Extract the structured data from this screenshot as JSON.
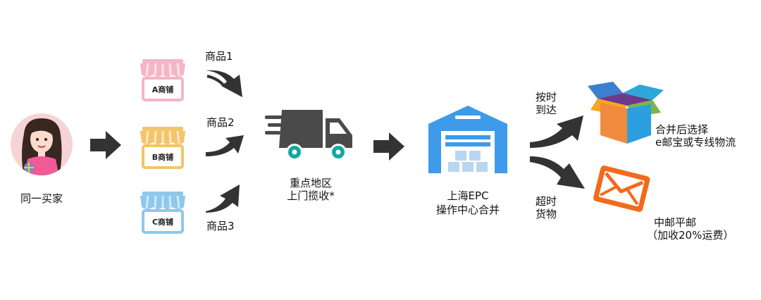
{
  "buyer": {
    "label": "同一买家"
  },
  "shops": [
    {
      "label": "A商铺",
      "awning_color": "#f4b6c6",
      "product": "商品1"
    },
    {
      "label": "B商铺",
      "awning_color": "#f3c46b",
      "product": "商品2"
    },
    {
      "label": "C商铺",
      "awning_color": "#8ec8ec",
      "product": "商品3"
    }
  ],
  "pickup": {
    "line1": "重点地区",
    "line2": "上门揽收*"
  },
  "warehouse": {
    "line1": "上海EPC",
    "line2": "操作中心合并",
    "color": "#3d9be9"
  },
  "on_time": {
    "arrow_line1": "按时",
    "arrow_line2": "到达",
    "result_line1": "合并后选择",
    "result_line2": "e邮宝或专线物流"
  },
  "overtime": {
    "arrow_line1": "超时",
    "arrow_line2": "货物",
    "result_line1": "中邮平邮",
    "result_line2": "（加收20%运费）"
  },
  "colors": {
    "arrow": "#333333",
    "truck": "#4a4a4a",
    "wheel": "#14a7a0",
    "envelope": "#f26a1b"
  },
  "icons": [
    "buyer-avatar-icon",
    "shop-icon",
    "truck-icon",
    "warehouse-icon",
    "open-box-icon",
    "envelope-icon",
    "arrow-right-icon",
    "curved-arrow-icon"
  ]
}
